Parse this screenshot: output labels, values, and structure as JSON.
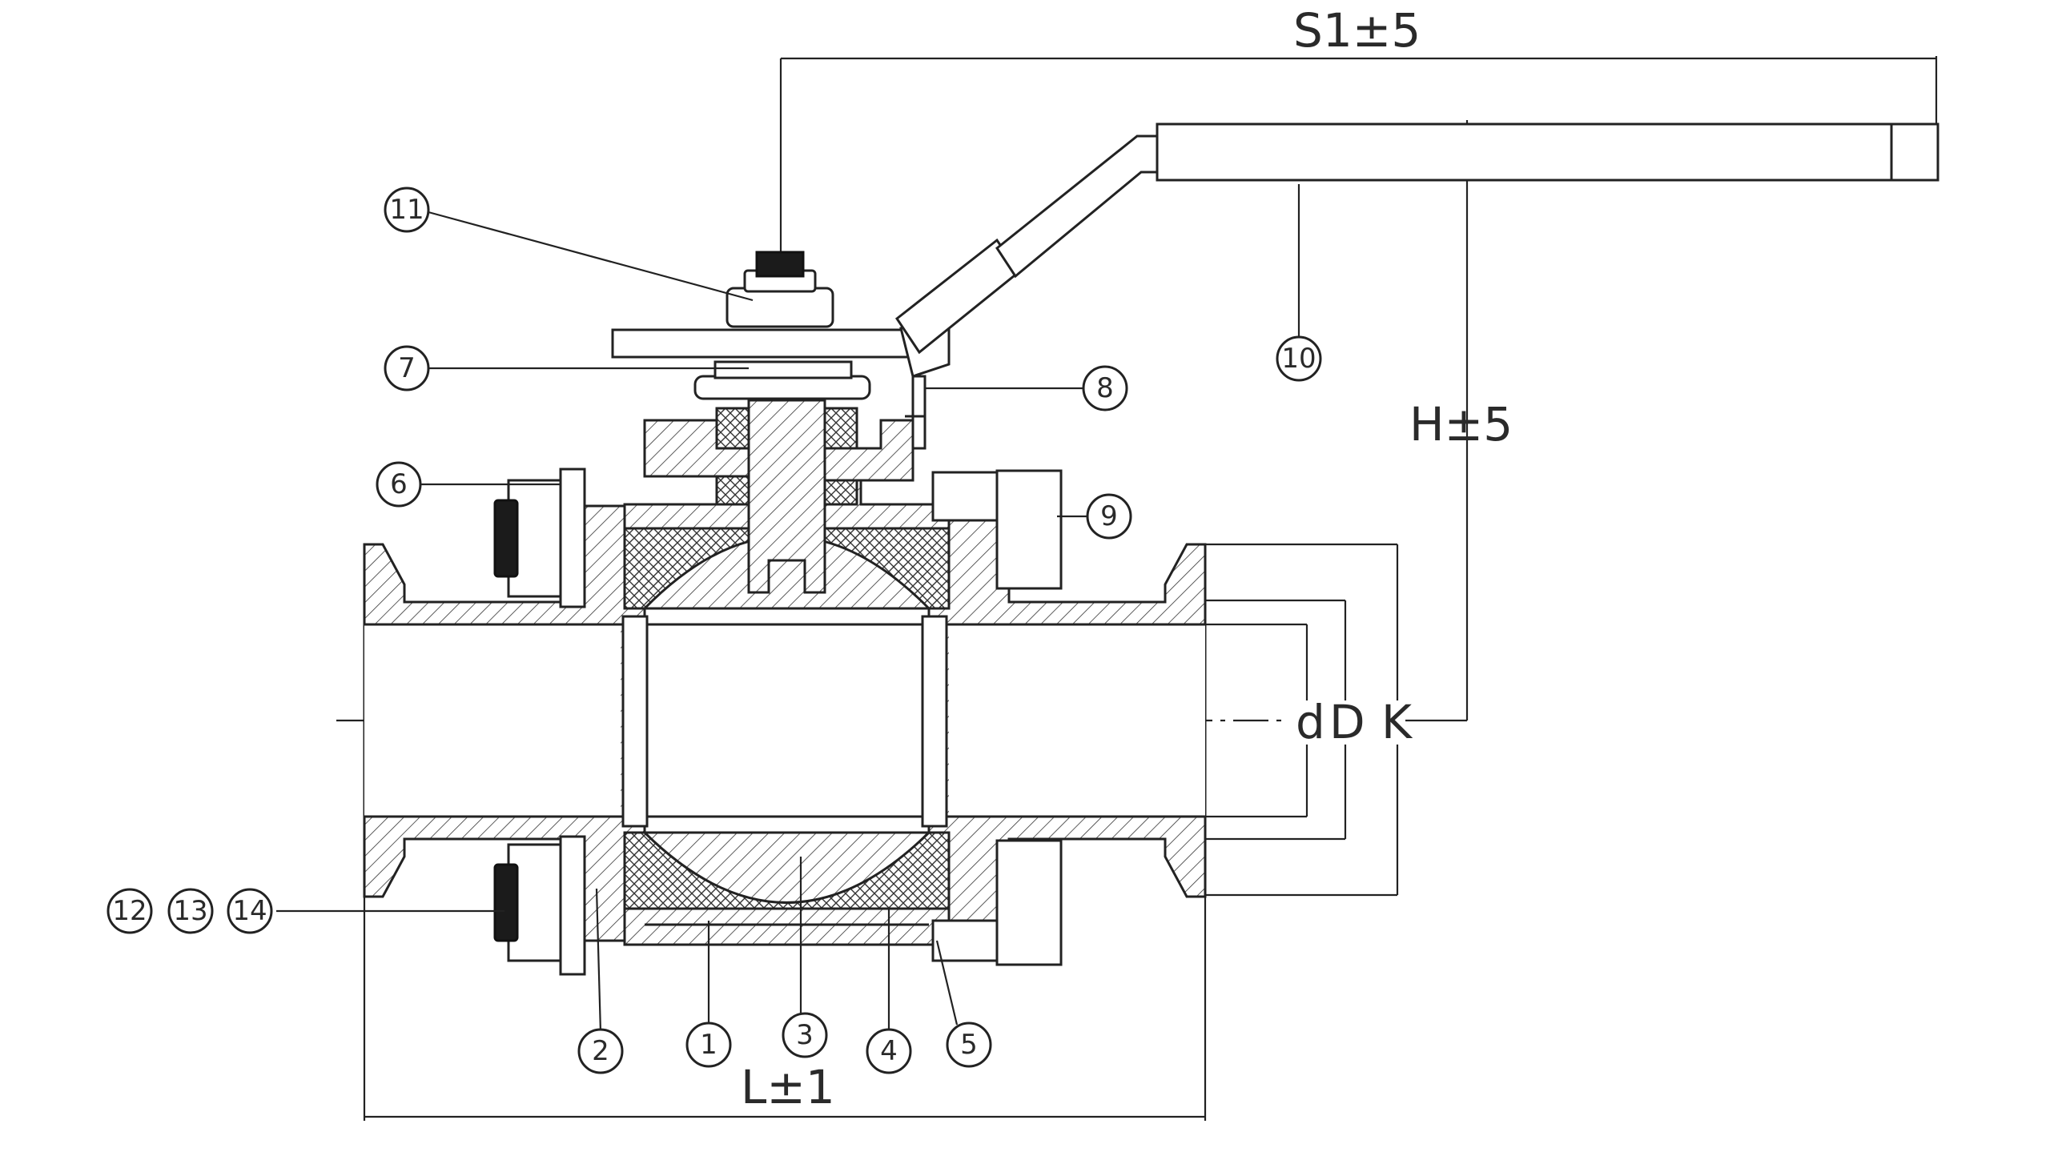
{
  "dimensions": {
    "s1": "S1±5",
    "h": "H±5",
    "l": "L±1",
    "d_small": "d",
    "d_large": "D",
    "k": "K"
  },
  "balloons": {
    "b1": "1",
    "b2": "2",
    "b3": "3",
    "b4": "4",
    "b5": "5",
    "b6": "6",
    "b7": "7",
    "b8": "8",
    "b9": "9",
    "b10": "10",
    "b11": "11",
    "b12": "12",
    "b13": "13",
    "b14": "14"
  }
}
